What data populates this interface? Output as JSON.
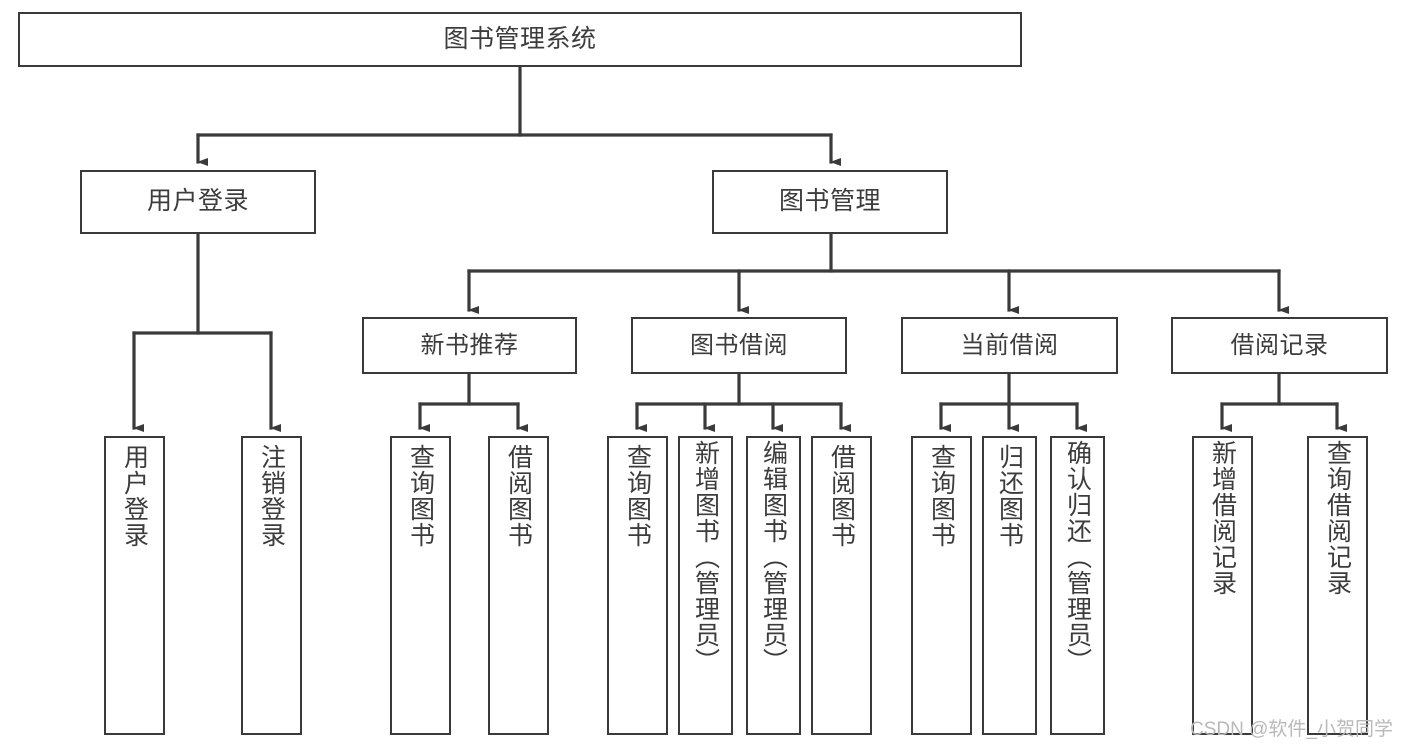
{
  "diagram": {
    "title": "图书管理系统",
    "type": "hierarchy-tree",
    "watermark": "CSDN @软件_小贺同学",
    "colors": {
      "box_border": "#3a3a3a",
      "box_fill": "#ffffff",
      "connector": "#3a3a3a",
      "text": "#3c3c3c",
      "watermark": "#b9b9b9",
      "page_background": "#ffffff"
    },
    "root": {
      "label": "图书管理系统"
    },
    "level2": [
      {
        "id": "user-login",
        "label": "用户登录"
      },
      {
        "id": "book-management",
        "label": "图书管理"
      }
    ],
    "level3": [
      {
        "id": "new-book-recommend",
        "label": "新书推荐"
      },
      {
        "id": "book-borrow",
        "label": "图书借阅"
      },
      {
        "id": "current-borrow",
        "label": "当前借阅"
      },
      {
        "id": "borrow-record",
        "label": "借阅记录"
      }
    ],
    "leaves": {
      "user-login": [
        {
          "id": "leaf-user-login",
          "label": "用户登录"
        },
        {
          "id": "leaf-user-logout",
          "label": "注销登录"
        }
      ],
      "new-book-recommend": [
        {
          "id": "leaf-query-book-1",
          "label": "查询图书"
        },
        {
          "id": "leaf-borrow-book-1",
          "label": "借阅图书"
        }
      ],
      "book-borrow": [
        {
          "id": "leaf-query-book-2",
          "label": "查询图书"
        },
        {
          "id": "leaf-add-book",
          "label": "新增图书（管理员）"
        },
        {
          "id": "leaf-edit-book",
          "label": "编辑图书（管理员）"
        },
        {
          "id": "leaf-borrow-book-2",
          "label": "借阅图书"
        }
      ],
      "current-borrow": [
        {
          "id": "leaf-query-book-3",
          "label": "查询图书"
        },
        {
          "id": "leaf-return-book",
          "label": "归还图书"
        },
        {
          "id": "leaf-confirm-return",
          "label": "确认归还（管理员）"
        }
      ],
      "borrow-record": [
        {
          "id": "leaf-add-record",
          "label": "新增借阅记录"
        },
        {
          "id": "leaf-query-record",
          "label": "查询借阅记录"
        }
      ]
    }
  }
}
